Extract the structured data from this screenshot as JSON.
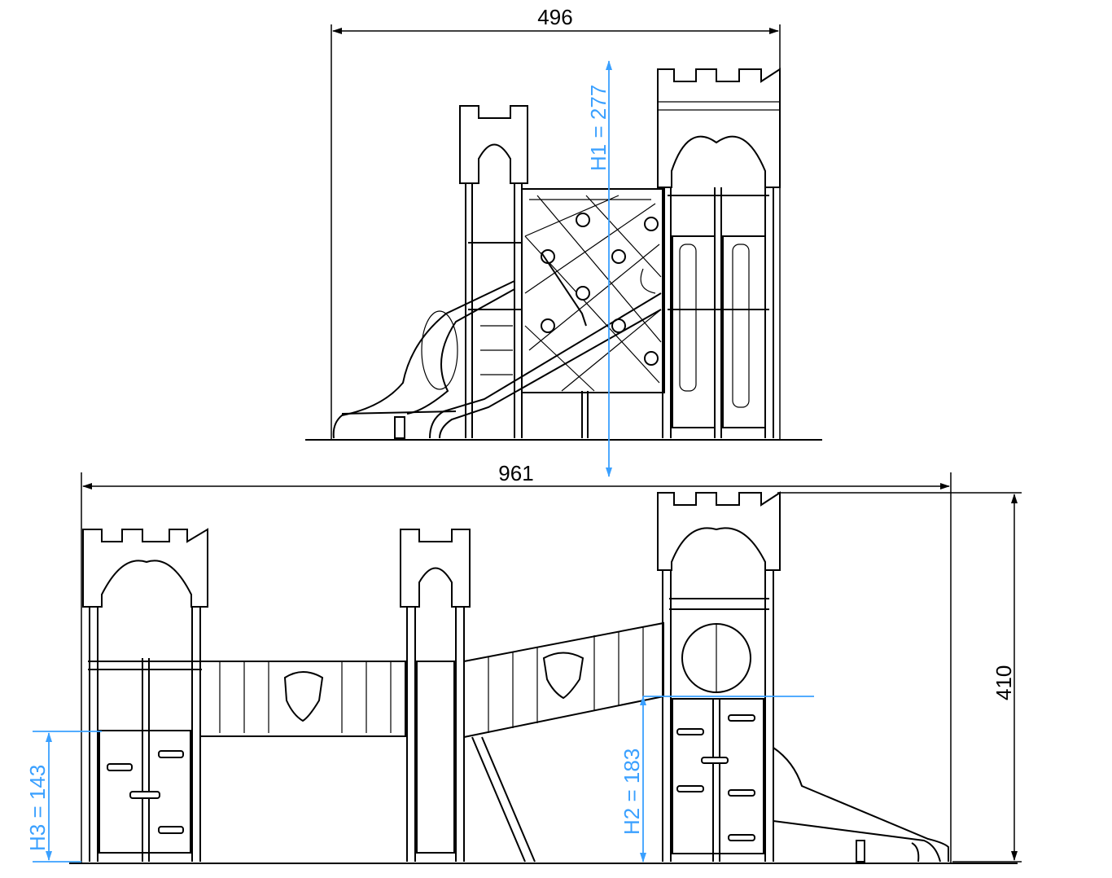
{
  "dimensions": {
    "top_width": "496",
    "bottom_width": "961",
    "total_height": "410",
    "h1": "H1 =  277",
    "h2": "H2 =  183",
    "h3": "H3 =  143"
  },
  "colors": {
    "line": "#000000",
    "dimension_accent": "#3aa0ff",
    "background": "#ffffff"
  }
}
